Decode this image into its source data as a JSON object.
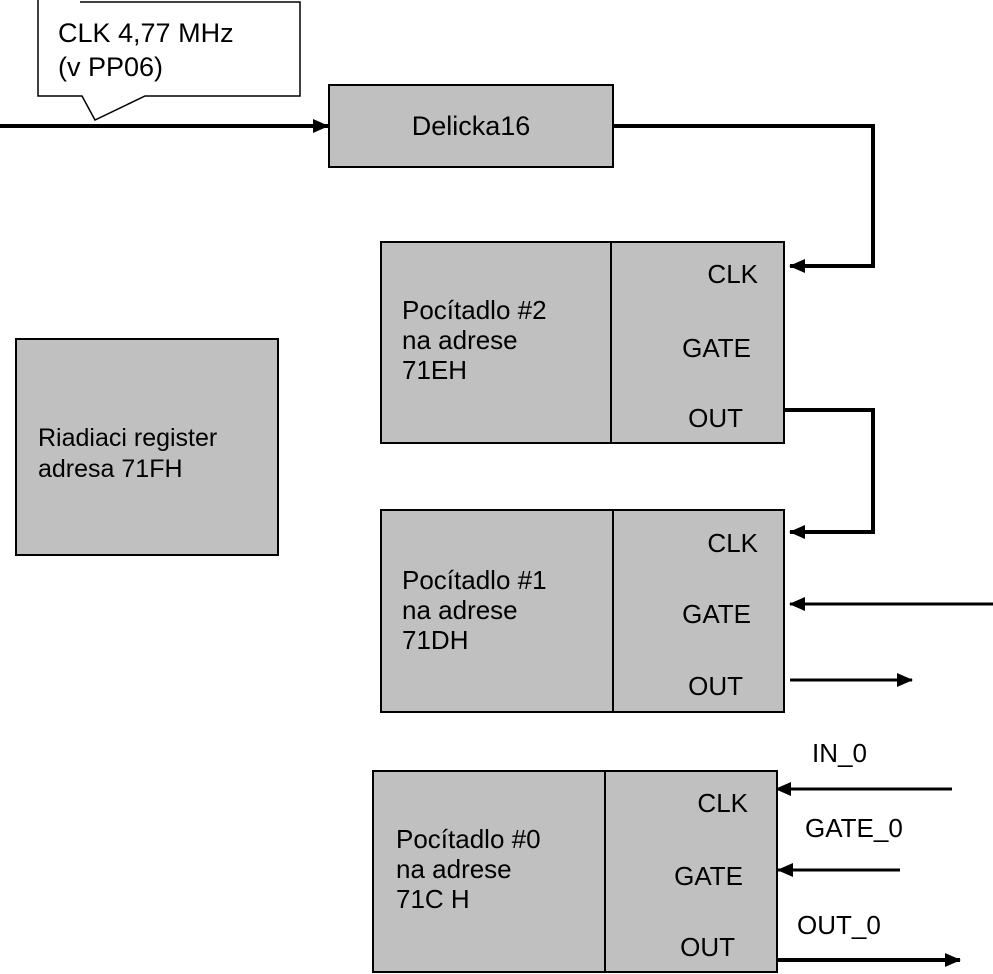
{
  "callout": {
    "line1": "CLK 4,77 MHz",
    "line2": "(v PP06)"
  },
  "divider": {
    "label": "Delicka16"
  },
  "control_register": {
    "line1": "Riadiaci register",
    "line2": "adresa  71FH"
  },
  "counters": [
    {
      "name_line1": "Pocítadlo #2",
      "name_line2": "na adrese",
      "name_line3": "71EH",
      "pins": [
        "CLK",
        "GATE",
        "OUT"
      ]
    },
    {
      "name_line1": "Pocítadlo #1",
      "name_line2": "na adrese",
      "name_line3": "71DH",
      "pins": [
        "CLK",
        "GATE",
        "OUT"
      ]
    },
    {
      "name_line1": "Pocítadlo #0",
      "name_line2": "na adrese",
      "name_line3": "71C H",
      "pins": [
        "CLK",
        "GATE",
        "OUT"
      ]
    }
  ],
  "signals": {
    "in0": "IN_0",
    "gate0": "GATE_0",
    "out0": "OUT_0"
  },
  "colors": {
    "block_fill": "#c0c0c0",
    "line": "#000000",
    "background": "#ffffff"
  }
}
